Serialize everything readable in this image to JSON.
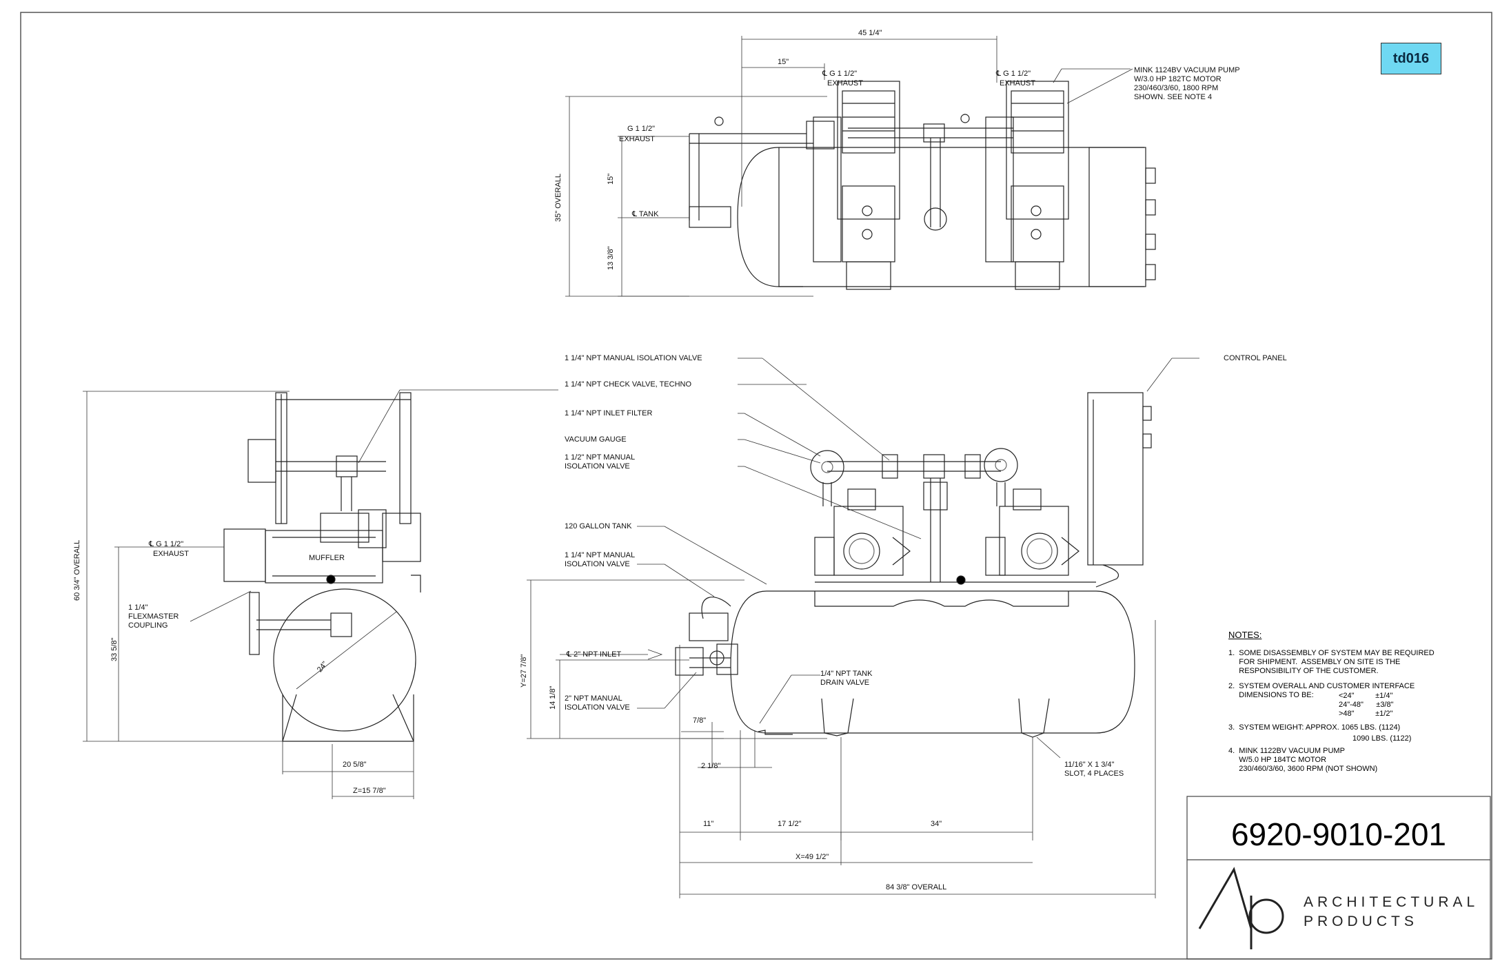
{
  "title_block": {
    "tag": "td016",
    "part_number": "6920-9010-201",
    "company_line1": "ARCHITECTURAL",
    "company_line2": "PRODUCTS",
    "logo": "AP monogram"
  },
  "top_view": {
    "dims": {
      "width_overall": "45 1/4\"",
      "exhaust_offset": "15\"",
      "height_overall": "35\" OVERALL",
      "exhaust_to_tank": "15\"",
      "tank_base": "13 3/8\""
    },
    "labels": {
      "exhaust_1a": "℄ G 1 1/2\"",
      "exhaust_1b": "EXHAUST",
      "exhaust_2a": "℄ G 1 1/2\"",
      "exhaust_2b": "EXHAUST",
      "exhaust_3a": "G 1 1/2\"",
      "exhaust_3b": "EXHAUST",
      "tank": "℄ TANK",
      "pump_note": "MINK 1124BV VACUUM PUMP\nW/3.0 HP 182TC MOTOR\n230/460/3/60, 1800 RPM\nSHOWN. SEE NOTE 4"
    }
  },
  "side_view": {
    "dims": {
      "height_overall": "60 3/4\" OVERALL",
      "exhaust_height": "33 5/8\"",
      "tank_dia": "24\"",
      "base_width": "20 5/8\"",
      "z": "Z=15 7/8\""
    },
    "labels": {
      "exhaust_a": "℄ G 1 1/2\"",
      "exhaust_b": "EXHAUST",
      "muffler": "MUFFLER",
      "coupling": "1 1/4\"\nFLEXMASTER\nCOUPLING"
    }
  },
  "front_view": {
    "callouts": [
      "1 1/4\" NPT MANUAL ISOLATION VALVE",
      "1 1/4\" NPT CHECK VALVE, TECHNO",
      "1 1/4\" NPT INLET FILTER",
      "VACUUM GAUGE",
      "1 1/2\" NPT MANUAL\nISOLATION VALVE",
      "120 GALLON TANK",
      "1 1/4\" NPT MANUAL\nISOLATION VALVE",
      "℄ 2\" NPT INLET",
      "2\" NPT MANUAL\nISOLATION VALVE",
      "1/4\" NPT TANK\nDRAIN VALVE",
      "CONTROL PANEL",
      "11/16\" X 1 3/4\"\nSLOT, 4 PLACES"
    ],
    "dims": {
      "y": "Y=27 7/8\"",
      "inlet_height": "14 1/8\"",
      "drain_h": "7/8\"",
      "drain_w": "2 1/8\"",
      "d11": "11\"",
      "d17": "17 1/2\"",
      "d34": "34\"",
      "x": "X=49 1/2\"",
      "overall": "84 3/8\" OVERALL"
    }
  },
  "notes": {
    "title": "NOTES:",
    "n1": "1.  SOME DISASSEMBLY OF SYSTEM MAY BE REQUIRED\n     FOR SHIPMENT.  ASSEMBLY ON SITE IS THE\n     RESPONSIBILITY OF THE CUSTOMER.",
    "n2": "2.  SYSTEM OVERALL AND CUSTOMER INTERFACE\n     DIMENSIONS TO BE:",
    "n2_rows": "<24\"          ±1/4\"\n24\"-48\"      ±3/8\"\n>48\"          ±1/2\"",
    "n3": "3.  SYSTEM WEIGHT: APPROX. 1065 LBS. (1124)",
    "n3b": "1090 LBS. (1122)",
    "n4": "4.  MINK 1122BV VACUUM PUMP\n     W/5.0 HP 184TC MOTOR\n     230/460/3/60, 3600 RPM (NOT SHOWN)"
  }
}
